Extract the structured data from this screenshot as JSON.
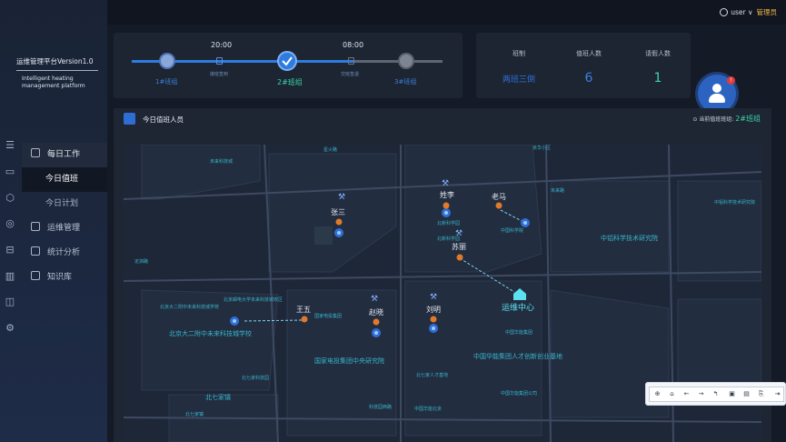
{
  "brand": {
    "title": "运维管理平台Version1.0",
    "subtitle": "Intelligent heating management platform"
  },
  "topbar": {
    "user_label": "user ∨",
    "admin_label": "管理员"
  },
  "sidebar": {
    "rail_icons": [
      "menu-icon",
      "monitor-icon",
      "cube-icon",
      "alert-icon",
      "screen-icon",
      "building-icon",
      "storage-icon",
      "gear-icon"
    ],
    "items": [
      {
        "label": "每日工作",
        "type": "group"
      },
      {
        "label": "今日值班",
        "type": "active"
      },
      {
        "label": "今日计划",
        "type": "sub"
      },
      {
        "label": "运维管理",
        "type": "normal"
      },
      {
        "label": "统计分析",
        "type": "normal"
      },
      {
        "label": "知识库",
        "type": "normal"
      }
    ]
  },
  "shift": {
    "times": [
      "20:00",
      "08:00"
    ],
    "nodes": [
      "1#班组",
      "2#班组",
      "3#班组"
    ],
    "steps": [
      "接班签到",
      "交班签退"
    ]
  },
  "stats": {
    "headers": [
      "班制",
      "值班人数",
      "请假人数"
    ],
    "values": [
      "两班三倒",
      "6",
      "1"
    ],
    "colors": {
      "shift": "#2f6fd6",
      "duty": "#3a7fe0",
      "leave": "#3bd4a7"
    }
  },
  "float_badge": "!",
  "map_panel": {
    "title": "今日值班人员",
    "current_label": "当前值班班组:",
    "current_value": "2#班组"
  },
  "map": {
    "center_label": "运维中心",
    "workers": [
      "张三",
      "姓李",
      "苏丽",
      "老马",
      "王五",
      "赵晓",
      "刘明"
    ],
    "places": [
      "星火路",
      "国家电投集团中央研究院",
      "中国华能集团人才创新创业基地",
      "北七家镇",
      "北京大二附中未来科技城学校",
      "中铝科学技术研究院",
      "未来科技城",
      "北新科学园",
      "未来路",
      "定泗路",
      "中国华能集团",
      "北京大二附中未来科技城学校",
      "北京邮电大学未来科技城校区",
      "北新科学园",
      "国家电投集团",
      "中国华能北京",
      "京华小区",
      "北七家科技园",
      "中国华能集团公司",
      "北七家人才基地",
      "中铝科学技术研究院",
      "科技园西路",
      "中国科学院",
      "北七家镇"
    ]
  },
  "toolbar": {
    "buttons": [
      "⊕",
      "⌂",
      "←",
      "→",
      "↰",
      "▣",
      "▤",
      "⎘",
      "⇥"
    ]
  }
}
